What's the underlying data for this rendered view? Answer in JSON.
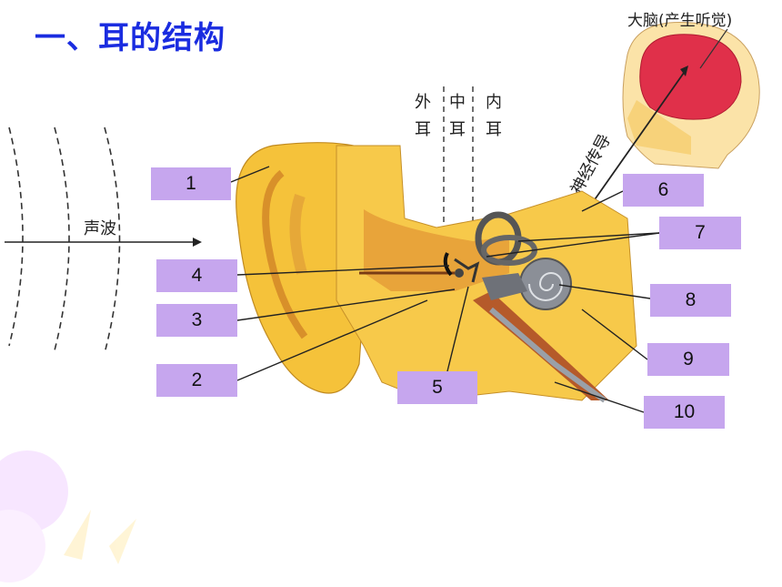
{
  "title": "一、耳的结构",
  "diagram": {
    "brain_label": "大脑(产生听觉)",
    "nerve_label": "神经传导",
    "sound_label": "声波",
    "region_labels": [
      {
        "top": "外",
        "bottom": "耳"
      },
      {
        "top": "中",
        "bottom": "耳"
      },
      {
        "top": "内",
        "bottom": "耳"
      }
    ],
    "callouts": [
      "1",
      "2",
      "3",
      "4",
      "5",
      "6",
      "7",
      "8",
      "9",
      "10"
    ]
  },
  "colors": {
    "title": "#1a2ce0",
    "label_box": "#c6a6ee",
    "ear_skin": "#f5c23a",
    "brain": "#e0304a"
  }
}
